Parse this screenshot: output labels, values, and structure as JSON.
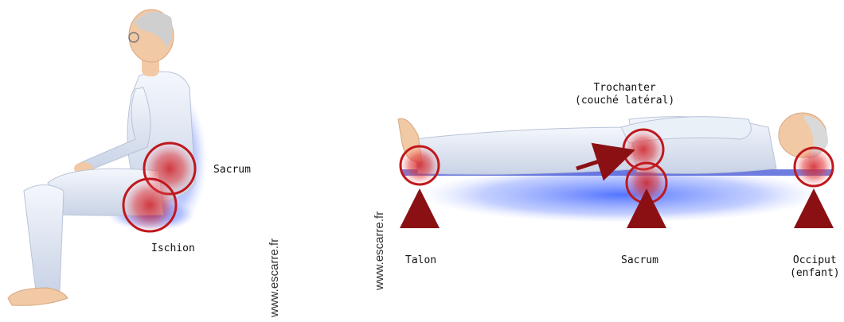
{
  "seated": {
    "labels": {
      "sacrum": "Sacrum",
      "ischion": "Ischion"
    },
    "watermark": "www.escarre.fr"
  },
  "lying": {
    "labels": {
      "trochanter": "Trochanter\n(couché latéral)",
      "talon": "Talon",
      "sacrum": "Sacrum",
      "occiput": "Occiput\n(enfant)"
    },
    "watermark": "www.escarre.fr"
  },
  "colors": {
    "pressure": "#c0181c",
    "shadow": "#5b7bff",
    "clothing": "#dfe6f3",
    "skin": "#f2c9a5",
    "arrow": "#8a1014"
  }
}
